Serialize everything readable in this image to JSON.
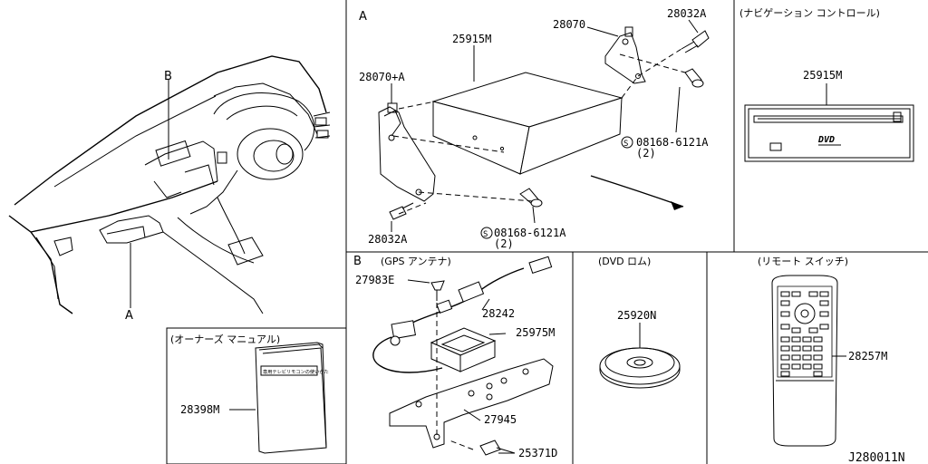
{
  "section_a": {
    "letter": "A",
    "parts": {
      "p25915m": "25915M",
      "p28070": "28070",
      "p28032a_top": "28032A",
      "p28070a": "28070+A",
      "p08168_right": "08168-6121A",
      "qty_right": "(2)",
      "p28032a_bottom": "28032A",
      "p08168_bottom": "08168-6121A",
      "qty_bottom": "(2)",
      "s_mark": "S"
    }
  },
  "section_b": {
    "letter": "B",
    "title": "(GPS アンテナ)",
    "parts": {
      "p27983e": "27983E",
      "p28242": "28242",
      "p25975m": "25975M",
      "p27945": "27945",
      "p25371d": "25371D"
    }
  },
  "navigation": {
    "title": "(ナビゲーション コントロール)",
    "part": "25915M",
    "dvd_logo": "DVD"
  },
  "dvd_rom": {
    "title": "(DVD ロム)",
    "part": "25920N"
  },
  "remote": {
    "title": "(リモート スイッチ)",
    "part": "28257M"
  },
  "manual": {
    "title": "(オーナーズ マニュアル)",
    "part": "28398M",
    "book_title": "専用テレビリモコンの使いかた"
  },
  "dashboard": {
    "callout_a": "A",
    "callout_b": "B"
  },
  "diagram_id": "J280011N",
  "colors": {
    "line": "#000000",
    "background": "#ffffff"
  }
}
